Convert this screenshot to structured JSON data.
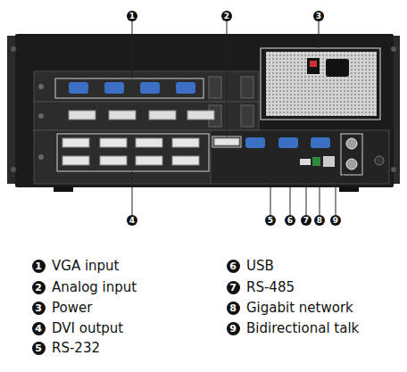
{
  "diagram": {
    "nodes": [
      {
        "text": [
          "1"
        ]
      },
      {
        "text": [
          "2"
        ]
      },
      {
        "text": [
          "3"
        ]
      },
      {
        "text": [
          "4"
        ]
      },
      {
        "text": [
          "5"
        ]
      },
      {
        "text": [
          "6"
        ]
      },
      {
        "text": [
          "7"
        ]
      },
      {
        "text": [
          "8"
        ]
      },
      {
        "text": [
          "9"
        ]
      },
      {
        "text": [
          "1"
        ]
      },
      {
        "text": [
          "6"
        ]
      },
      {
        "text": [
          "2"
        ]
      },
      {
        "text": [
          "7"
        ]
      },
      {
        "text": [
          "3"
        ]
      },
      {
        "text": [
          "8"
        ]
      },
      {
        "text": [
          "4"
        ]
      },
      {
        "text": [
          "9"
        ]
      },
      {
        "text": [
          "5"
        ]
      }
    ],
    "labels": [
      "VGA input",
      "USB",
      "Analog input",
      "RS-485",
      "Power",
      "Gigabit network",
      "DVI output",
      "Bidirectional talk",
      "RS-232"
    ]
  }
}
